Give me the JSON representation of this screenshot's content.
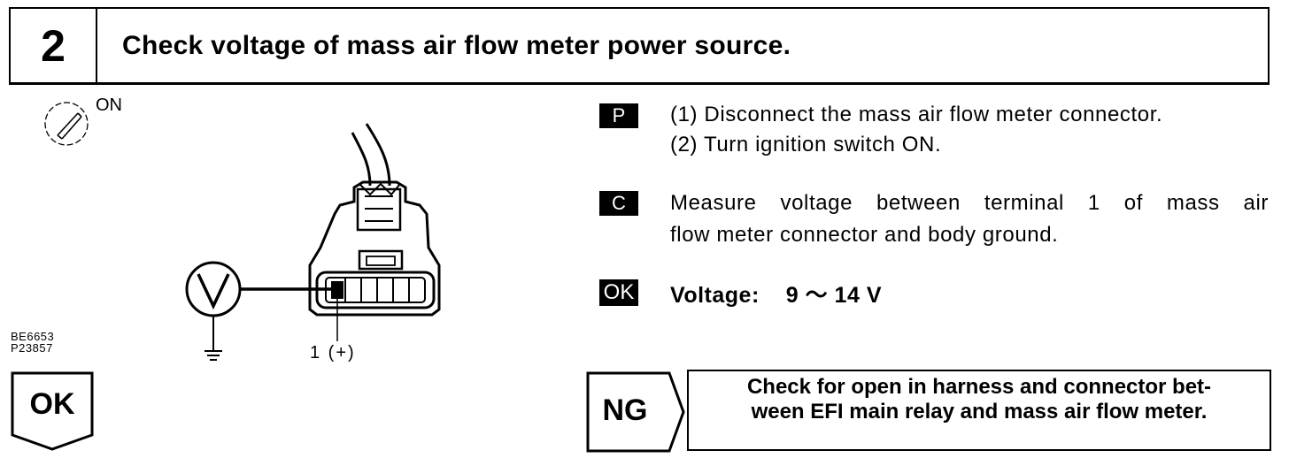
{
  "header": {
    "step_number": "2",
    "title": "Check voltage of mass air flow meter power source."
  },
  "figure": {
    "ignition_label": "ON",
    "meter_symbol": "V",
    "terminal_label": "1 (+)",
    "ref_codes": [
      "BE6653",
      "P23857"
    ]
  },
  "prep": {
    "badge": "P",
    "steps": [
      "(1) Disconnect the mass air flow meter connector.",
      "(2) Turn ignition switch ON."
    ]
  },
  "check": {
    "badge": "C",
    "lines": [
      "Measure voltage between terminal 1 of mass air",
      "flow meter connector and body ground."
    ]
  },
  "ok_spec": {
    "badge": "OK",
    "label": "Voltage:",
    "value": "9 ～ 14 V"
  },
  "ok_branch": {
    "label": "OK"
  },
  "ng_branch": {
    "label": "NG",
    "lines": [
      "Check for open in harness and connector bet-",
      "ween EFI main relay and mass air flow meter."
    ]
  },
  "icons": {
    "ignition_switch": "ignition-switch-icon",
    "voltmeter": "voltmeter-icon",
    "ground": "ground-icon",
    "connector": "connector-icon"
  }
}
